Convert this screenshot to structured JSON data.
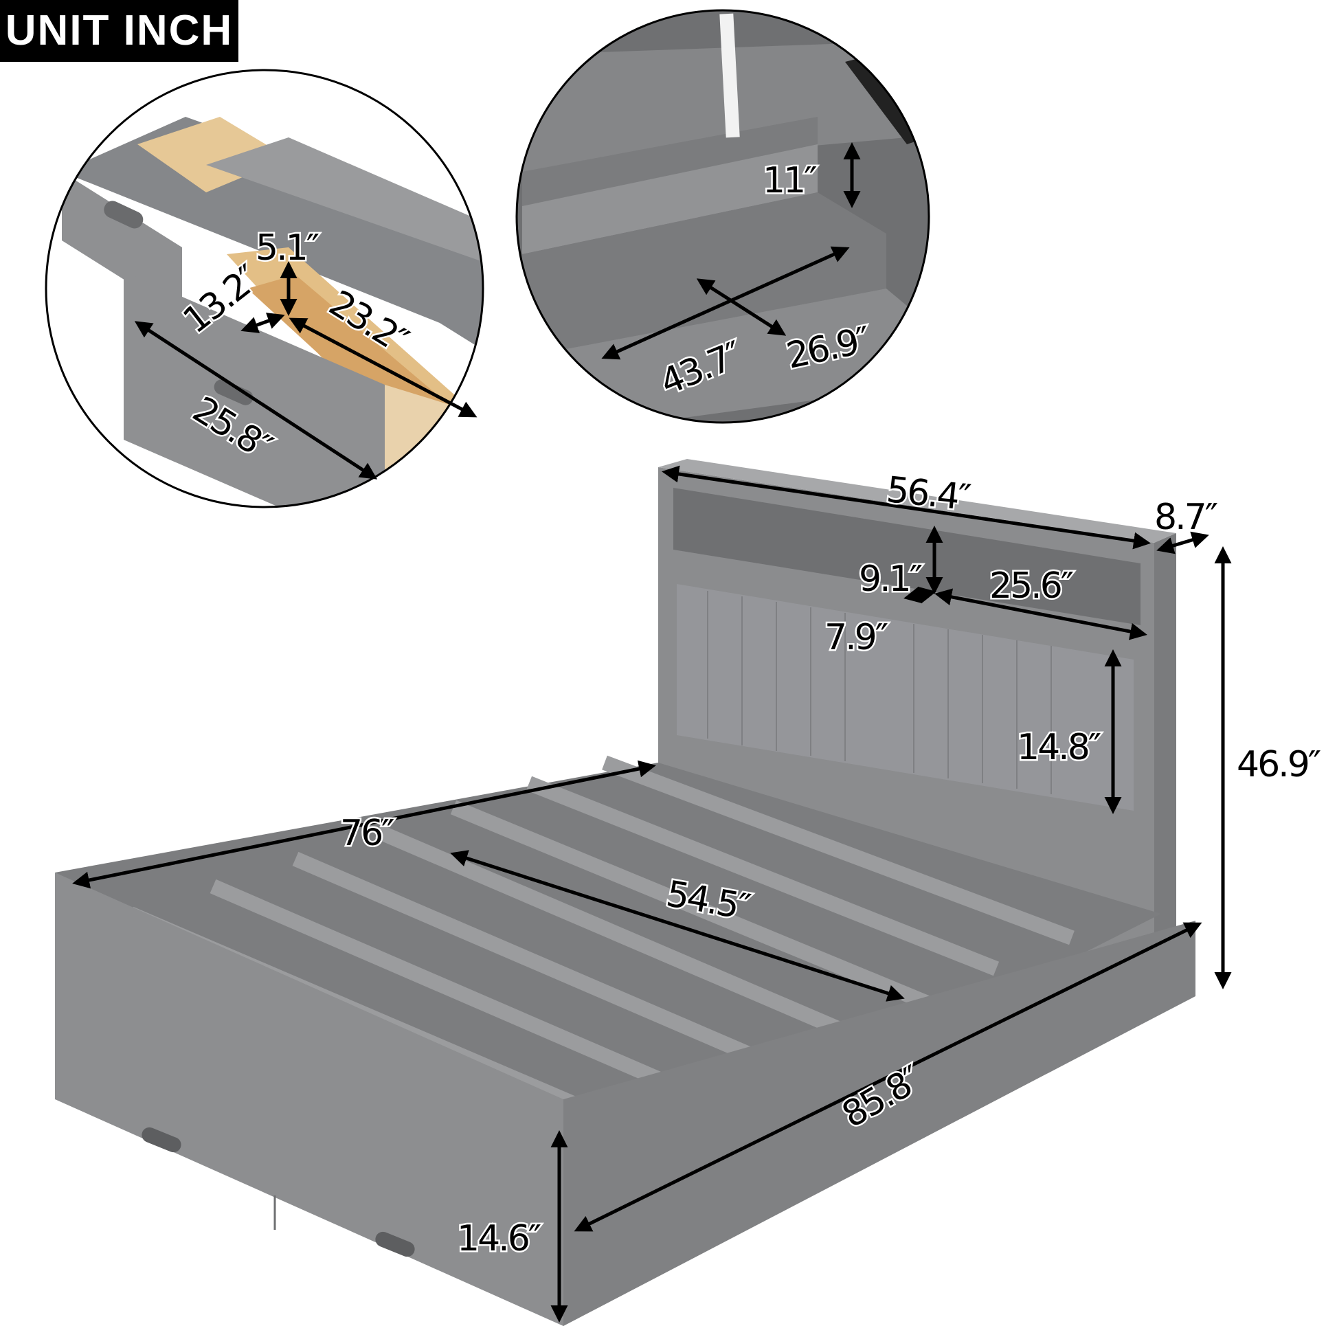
{
  "badge": {
    "label": "UNIT INCH"
  },
  "colors": {
    "frame": "#8e8f91",
    "frame_dark": "#6e6f71",
    "frame_light": "#a9aaac",
    "wood": "#e8c99a",
    "wood_dark": "#c99b62",
    "arrow": "#000000"
  },
  "insets": {
    "drawer": {
      "title": "drawer-detail",
      "dims": {
        "depth_height": "5.1″",
        "width_inner": "13.2″",
        "length_inner": "23.2″",
        "front_length": "25.8″"
      }
    },
    "underbed_storage": {
      "title": "underbed-storage-detail",
      "dims": {
        "height": "11″",
        "length": "43.7″",
        "width": "26.9″"
      }
    }
  },
  "bed": {
    "dims": {
      "headboard_width": "56.4″",
      "headboard_depth": "8.7″",
      "shelf_height": "9.1″",
      "shelf_length": "25.6″",
      "shelf_depth": "7.9″",
      "cabinet_height": "14.8″",
      "total_height": "46.9″",
      "side_length": "76″",
      "slat_span": "54.5″",
      "total_length": "85.8″",
      "frame_height": "14.6″"
    }
  }
}
